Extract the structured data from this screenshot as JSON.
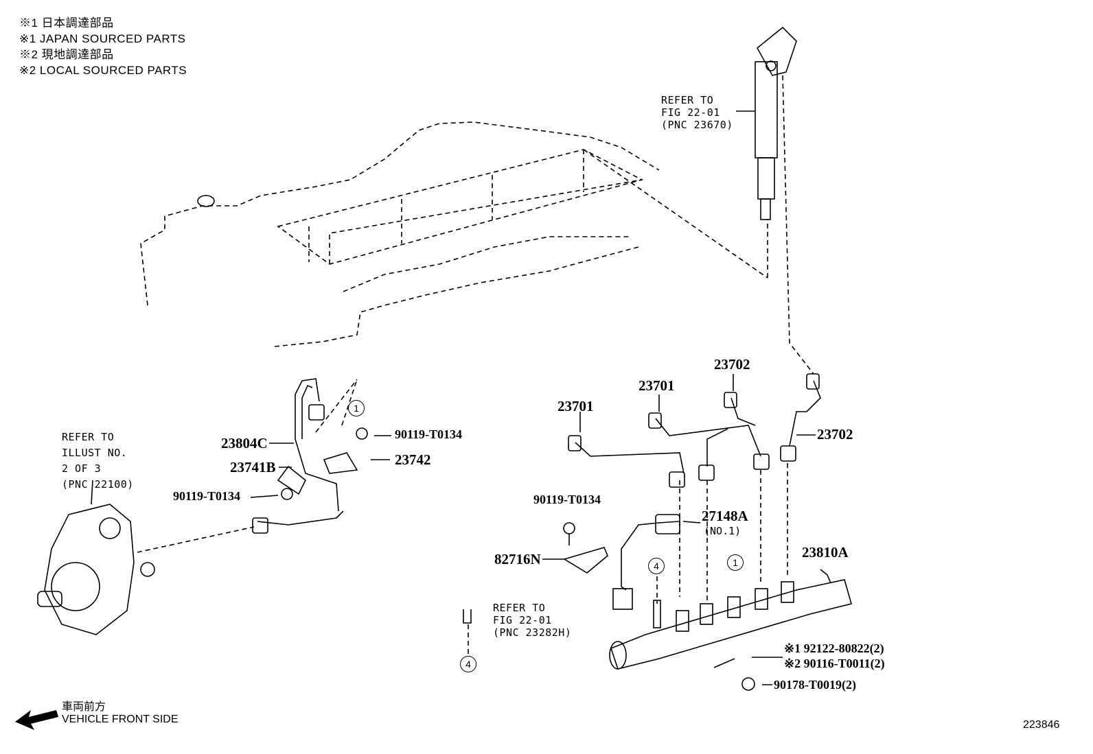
{
  "legend": {
    "notes": [
      "※1 日本調達部品",
      "※1 JAPAN SOURCED PARTS",
      "※2 現地調達部品",
      "※2 LOCAL SOURCED PARTS"
    ]
  },
  "references": {
    "injector": [
      "REFER TO",
      "FIG 22-01",
      "(PNC 23670)"
    ],
    "pump": [
      "REFER TO",
      "ILLUST NO.",
      "2 OF 3",
      "(PNC 22100)"
    ],
    "plug": [
      "REFER TO",
      "FIG 22-01",
      "(PNC 23282H)"
    ]
  },
  "parts": {
    "p23804C": "23804C",
    "p23741B": "23741B",
    "bolt_upper": "90119-T0134",
    "p23742": "23742",
    "bolt_left": "90119-T0134",
    "p23701a": "23701",
    "p23701b": "23701",
    "p23702a": "23702",
    "p23702b": "23702",
    "bolt_right": "90119-T0134",
    "p27148A": "27148A",
    "p27148A_sub": "(NO.1)",
    "p82716N": "82716N",
    "p23810A": "23810A",
    "stud1": "※1 92122-80822(2)",
    "stud2": "※2 90116-T0011(2)",
    "nut": "90178-T0019(2)"
  },
  "callouts": {
    "c1": "1",
    "c4": "4"
  },
  "footer": {
    "front_jp": "車両前方",
    "front_en": "VEHICLE FRONT SIDE",
    "illust_no": "223846"
  }
}
